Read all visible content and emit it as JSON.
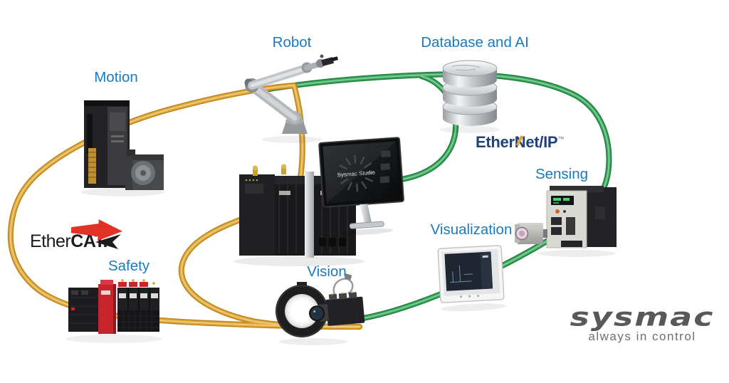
{
  "labels": {
    "motion": "Motion",
    "robot": "Robot",
    "database": "Database and AI",
    "sensing": "Sensing",
    "visualization": "Visualization",
    "vision": "Vision",
    "safety": "Safety"
  },
  "networks": {
    "ethercat": {
      "ether": "Ether",
      "cat": "CAT",
      "dot": ".",
      "loop_color": "#D89B2F",
      "arrow_red": "#E23226"
    },
    "ethernetip": {
      "ether": "Ether",
      "n": "N",
      "rest": "et/IP",
      "tm": "™",
      "loop_color": "#3AA55C",
      "text_color": "#1E4379"
    }
  },
  "monitor": {
    "screen_title": "Sysmac Studio"
  },
  "brand": {
    "logo": "sysmac",
    "tagline": "always in control"
  },
  "colors": {
    "label_blue": "#1A7ABF",
    "ethercat_text": "#1C1C1C",
    "sysmac_gray": "#58595B"
  }
}
